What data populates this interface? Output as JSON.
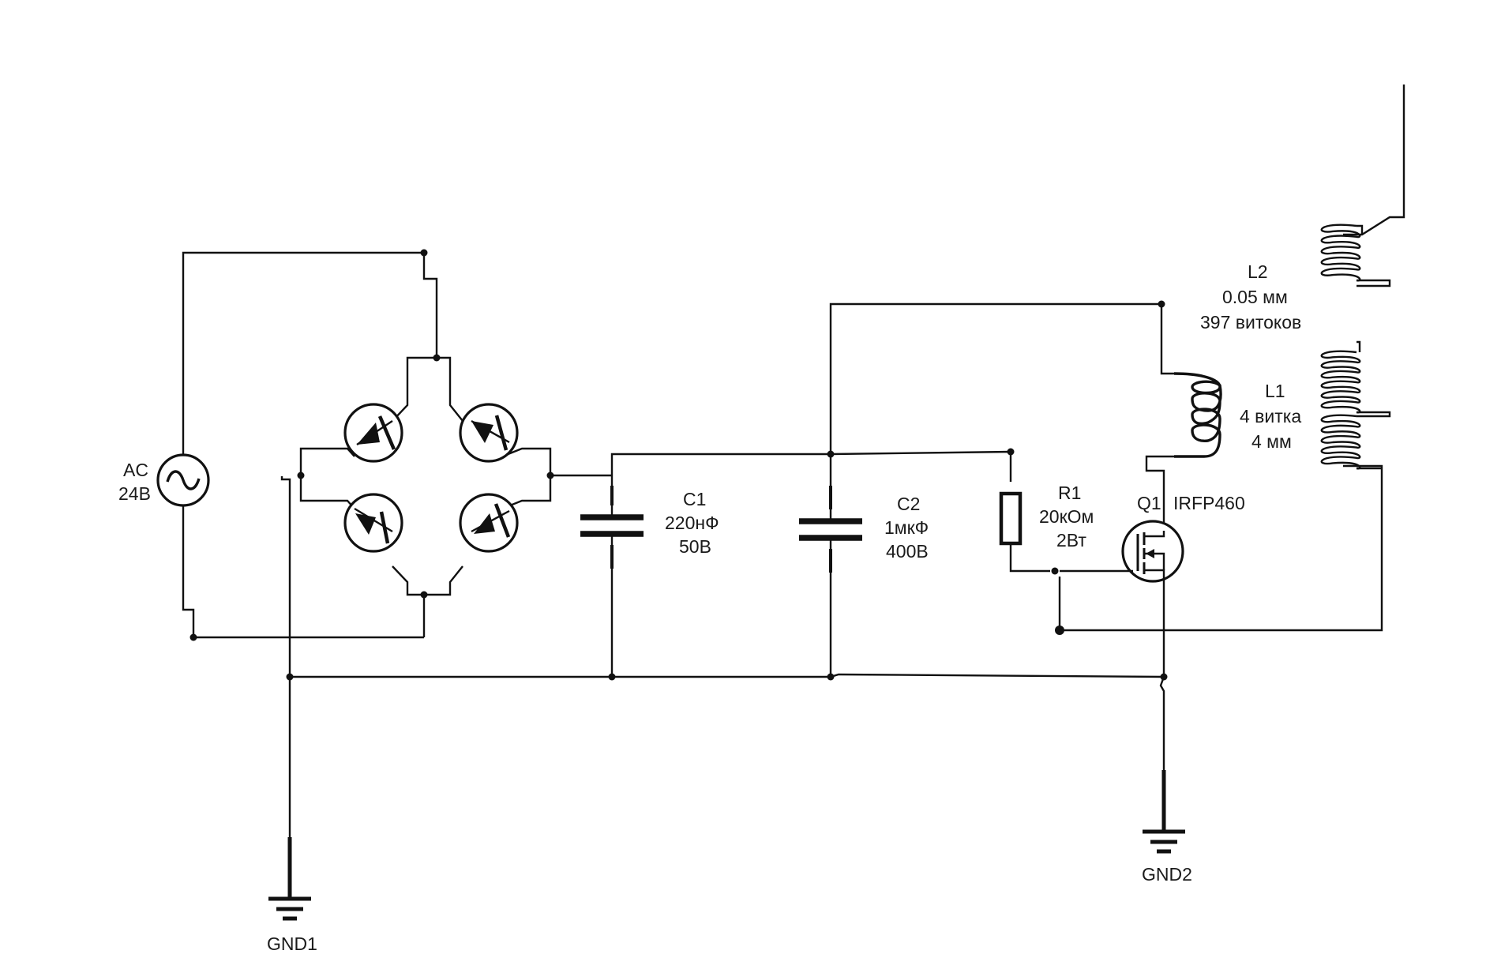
{
  "components": {
    "source": {
      "ref": "AC",
      "value": "24В"
    },
    "c1": {
      "ref": "C1",
      "capacitance": "220нФ",
      "voltage": "50В"
    },
    "c2": {
      "ref": "C2",
      "capacitance": "1мкФ",
      "voltage": "400В"
    },
    "r1": {
      "ref": "R1",
      "resistance": "20кОм",
      "power": "2Вт"
    },
    "q1": {
      "ref": "Q1",
      "part": "IRFP460"
    },
    "l1": {
      "ref": "L1",
      "turns": "4 витка",
      "size": "4 мм"
    },
    "l2": {
      "ref": "L2",
      "wire": "0.05 мм",
      "turns": "397 витоков"
    },
    "gnd1": {
      "ref": "GND1"
    },
    "gnd2": {
      "ref": "GND2"
    }
  }
}
